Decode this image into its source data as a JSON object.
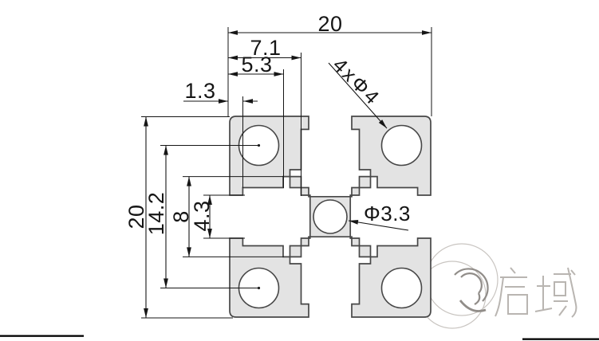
{
  "drawing": {
    "type": "aluminium-extrusion-profile-cross-section",
    "dimensions": {
      "overall_top": "20",
      "overall_left": "20",
      "mouth_offset": "7.1",
      "channel_depth": "5.3",
      "step_depth": "1.3",
      "hole_pitch": "14.2",
      "cavity_width": "8",
      "opening_width": "4.3",
      "corner_holes_label": "4xΦ4",
      "center_hole_label": "Φ3.3"
    },
    "colors": {
      "profile_fill": "#e3e3e3",
      "profile_outline": "#474747",
      "dim_line": "#161616",
      "dim_text": "#151515",
      "watermark": "#bdb9b5",
      "table_border": "#000000"
    }
  },
  "watermark": {
    "brand": "启域",
    "logo": "Q-logo"
  }
}
